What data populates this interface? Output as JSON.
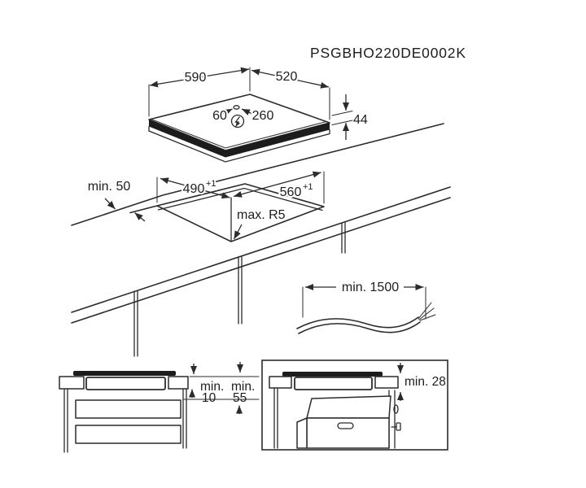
{
  "title": "PSGBHO220DE0002K",
  "hob": {
    "width": "590",
    "depth": "520",
    "mains_offset_left": "60",
    "mains_offset_right": "260",
    "height": "44",
    "mains_symbol": "lightning-in-circle"
  },
  "cutout": {
    "rear_clearance": "min. 50",
    "depth": "490",
    "depth_tolerance": "+1",
    "width": "560",
    "width_tolerance": "+1",
    "corner_radius": "max. R5"
  },
  "cable": {
    "min_length": "min. 1500"
  },
  "drawer_clearance": {
    "label_min_1": "min.",
    "value_1": "10",
    "label_min_2": "min.",
    "value_2": "55"
  },
  "oven_clearance": {
    "value": "min. 28"
  },
  "colors": {
    "line": "#2b2b2b",
    "glass": "#1c1c1c",
    "background": "#ffffff"
  }
}
